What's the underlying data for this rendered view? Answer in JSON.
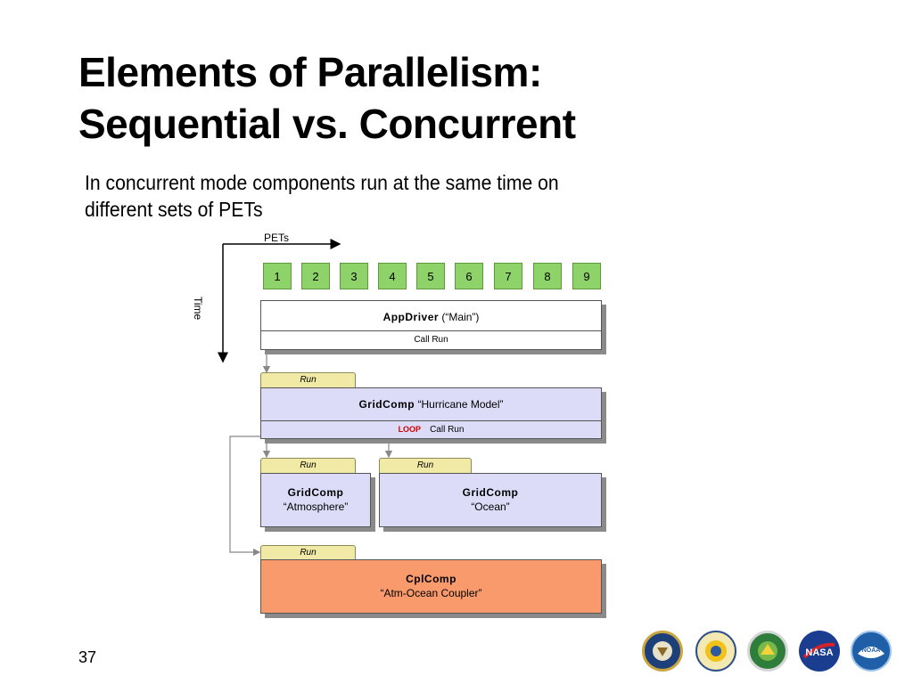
{
  "slide": {
    "title_line1": "Elements of Parallelism:",
    "title_line2": "Sequential vs. Concurrent",
    "subtitle_line1": "In concurrent mode components run at the same time on",
    "subtitle_line2": "different sets of PETs",
    "page_number": "37"
  },
  "diagram": {
    "pets_axis_label": "PETs",
    "time_axis_label": "Time",
    "pets": [
      "1",
      "2",
      "3",
      "4",
      "5",
      "6",
      "7",
      "8",
      "9"
    ],
    "app_driver": {
      "name": "AppDriver",
      "desc": "(“Main”)",
      "row": "Call Run"
    },
    "grid_hurricane": {
      "tab": "Run",
      "name": "GridComp",
      "desc": "“Hurricane Model”",
      "loop": "LOOP",
      "row": "Call Run"
    },
    "grid_atmosphere": {
      "tab": "Run",
      "name": "GridComp",
      "desc": "“Atmosphere”"
    },
    "grid_ocean": {
      "tab": "Run",
      "name": "GridComp",
      "desc": "“Ocean”"
    },
    "coupler": {
      "tab": "Run",
      "name": "CplComp",
      "desc": "“Atm-Ocean Coupler”"
    }
  },
  "colors": {
    "pet_fill": "#8ed26a",
    "gridcomp_fill": "#dcdcf8",
    "coupler_fill": "#f99a6c",
    "run_tab_fill": "#f0eaa6",
    "loop_text": "#d00000"
  },
  "logos": [
    "department-of-defense-seal-icon",
    "nsf-logo-icon",
    "department-of-energy-seal-icon",
    "nasa-logo-icon",
    "noaa-logo-icon"
  ]
}
